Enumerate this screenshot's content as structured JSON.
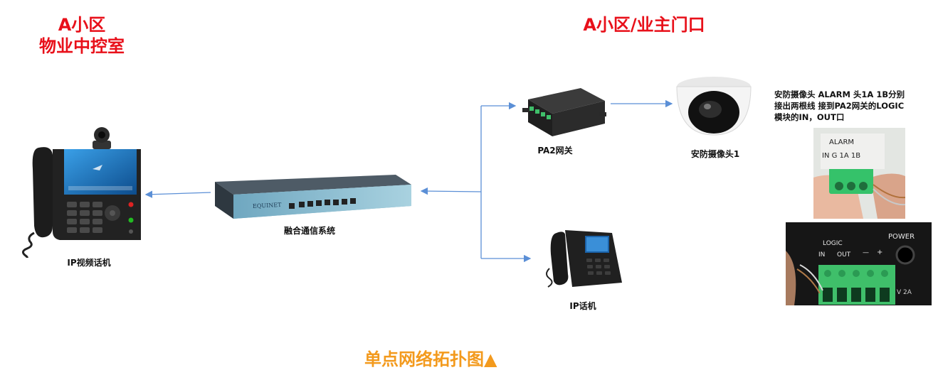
{
  "titles": {
    "left_line1": "A小区",
    "left_line2": "物业中控室",
    "right": "A小区/业主门口"
  },
  "devices": {
    "video_phone": "IP视频话机",
    "comm_system": "融合通信系统",
    "comm_system_brand": "EQUINET",
    "pa2_gateway": "PA2网关",
    "camera": "安防摄像头1",
    "ip_phone": "IP话机"
  },
  "note": {
    "line1": "安防摄像头 ALARM 头1A 1B分别",
    "line2": "接出两根线 接到PA2网关的LOGIC",
    "line3": "模块的IN，OUT口"
  },
  "photo_top": {
    "label": "ALARM",
    "pins": "IN G 1A 1B"
  },
  "photo_bottom": {
    "logic": "LOGIC",
    "in": "IN",
    "out": "OUT",
    "minus": "—",
    "plus": "+",
    "power": "POWER",
    "volt": "V 2A"
  },
  "caption": "单点网络拓扑图▲",
  "colors": {
    "title_red": "#e8101a",
    "caption_orange": "#f39a1d",
    "connector_blue": "#5b8fd6",
    "terminal_green": "#3fbf6a"
  }
}
